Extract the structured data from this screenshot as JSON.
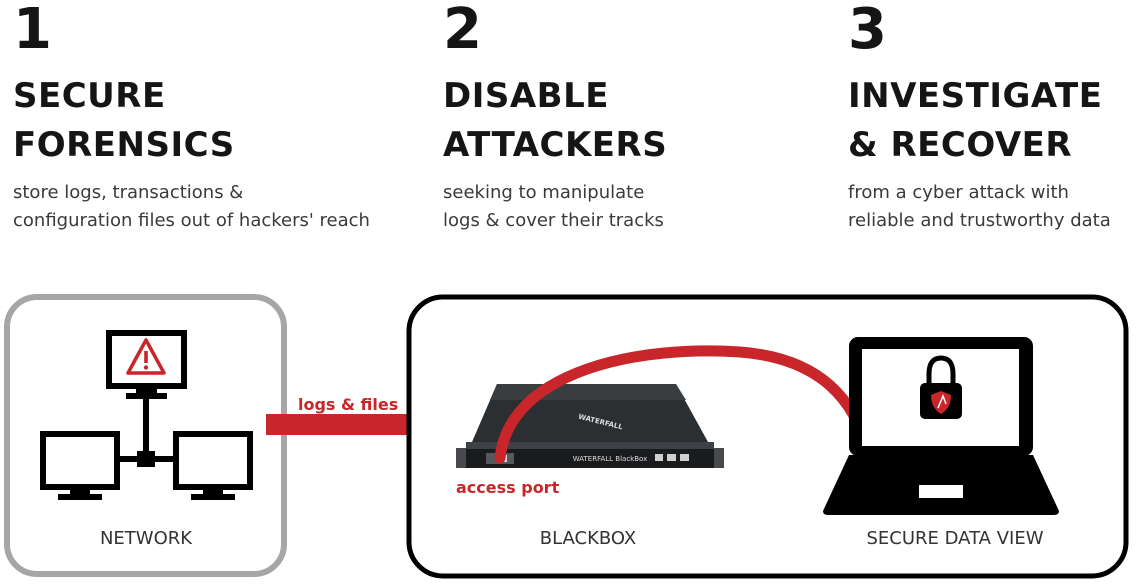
{
  "steps": [
    {
      "number": "1",
      "title_lines": [
        "SECURE",
        "FORENSICS"
      ],
      "desc_lines": [
        "store logs, transactions &",
        "configuration files out of hackers' reach"
      ]
    },
    {
      "number": "2",
      "title_lines": [
        "DISABLE",
        "ATTACKERS"
      ],
      "desc_lines": [
        "seeking to manipulate",
        "logs & cover their tracks"
      ]
    },
    {
      "number": "3",
      "title_lines": [
        "INVESTIGATE",
        "& RECOVER"
      ],
      "desc_lines": [
        "from a cyber attack with",
        "reliable and trustworthy data"
      ]
    }
  ],
  "diagram": {
    "network_label": "NETWORK",
    "blackbox_label": "BLACKBOX",
    "secure_view_label": "SECURE DATA VIEW",
    "arrow_label": "logs & files",
    "access_port_label": "access port",
    "device_brand": "WATERFALL",
    "device_panel_text": "WATERFALL BlackBox"
  },
  "colors": {
    "accent_red": "#c8262a",
    "frame_gray": "#a6a6a6",
    "frame_black": "#000000"
  },
  "icons": [
    "warning-triangle-icon",
    "padlock-icon",
    "shield-icon"
  ]
}
